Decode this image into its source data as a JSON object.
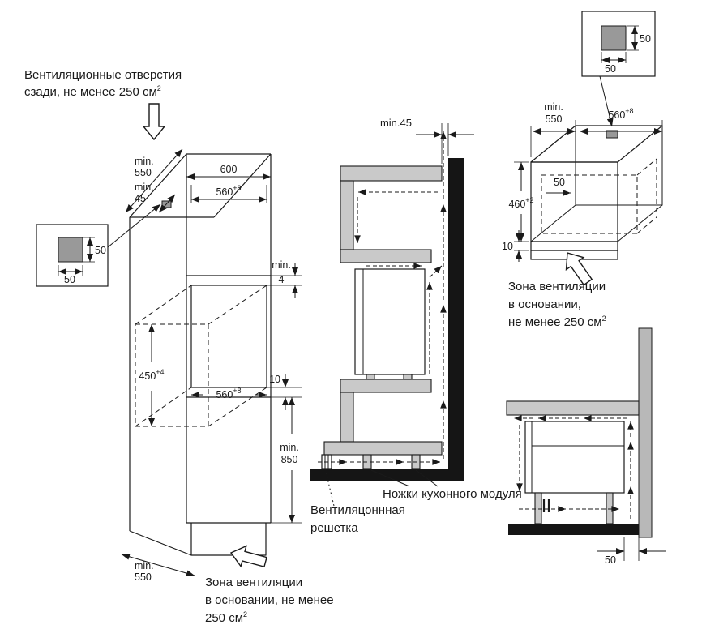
{
  "colors": {
    "line": "#1a1a1a",
    "cabinet_gray": "#c9c9c9",
    "detail_gray": "#999999",
    "wall_black": "#151515",
    "wall_gray": "#b8b8b8",
    "background": "#ffffff"
  },
  "fig_cabinet": {
    "note_top_line1": "Вентиляционные отверстия",
    "note_top_line2": "сзади, не менее 250 см",
    "note_top_sup": "2",
    "dim_depth_top_min": "min.",
    "dim_depth_top_val": "550",
    "dim_gap_back_min": "min.",
    "dim_gap_back_val": "45",
    "dim_width": "600",
    "dim_niche_width_top": "560",
    "dim_niche_width_top_sup": "+8",
    "dim_gap4_min": "min.",
    "dim_gap4_val": "4",
    "dim_niche_height": "450",
    "dim_niche_height_sup": "+4",
    "dim_recess": "10",
    "dim_niche_width_bottom": "560",
    "dim_niche_width_bottom_sup": "+8",
    "dim_height_min": "min.",
    "dim_height_val": "850",
    "dim_depth_bottom_min": "min.",
    "dim_depth_bottom_val": "550",
    "note_bottom_line1": "Зона вентиляции",
    "note_bottom_line2": "в основании, не менее",
    "note_bottom_line3": "250 см",
    "note_bottom_sup": "2",
    "detail_dim_v": "50",
    "detail_dim_h": "50"
  },
  "fig_section": {
    "dim_gap": "min.45",
    "label_legs": "Ножки кухонного модуля",
    "label_grille_line1": "Вентиляцоннная",
    "label_grille_line2": "решетка"
  },
  "fig_base_iso": {
    "detail_dim_v": "50",
    "detail_dim_h": "50",
    "dim_depth_min": "min.",
    "dim_depth_val": "550",
    "dim_width": "560",
    "dim_width_sup": "+8",
    "dim_height": "460",
    "dim_height_sup": "+2",
    "dim_cutout": "50",
    "dim_plinth": "10",
    "note_line1": "Зона вентиляции",
    "note_line2": "в основании,",
    "note_line3": "не менее 250 см",
    "note_sup": "2"
  },
  "fig_base_section": {
    "dim_gap": "50"
  }
}
